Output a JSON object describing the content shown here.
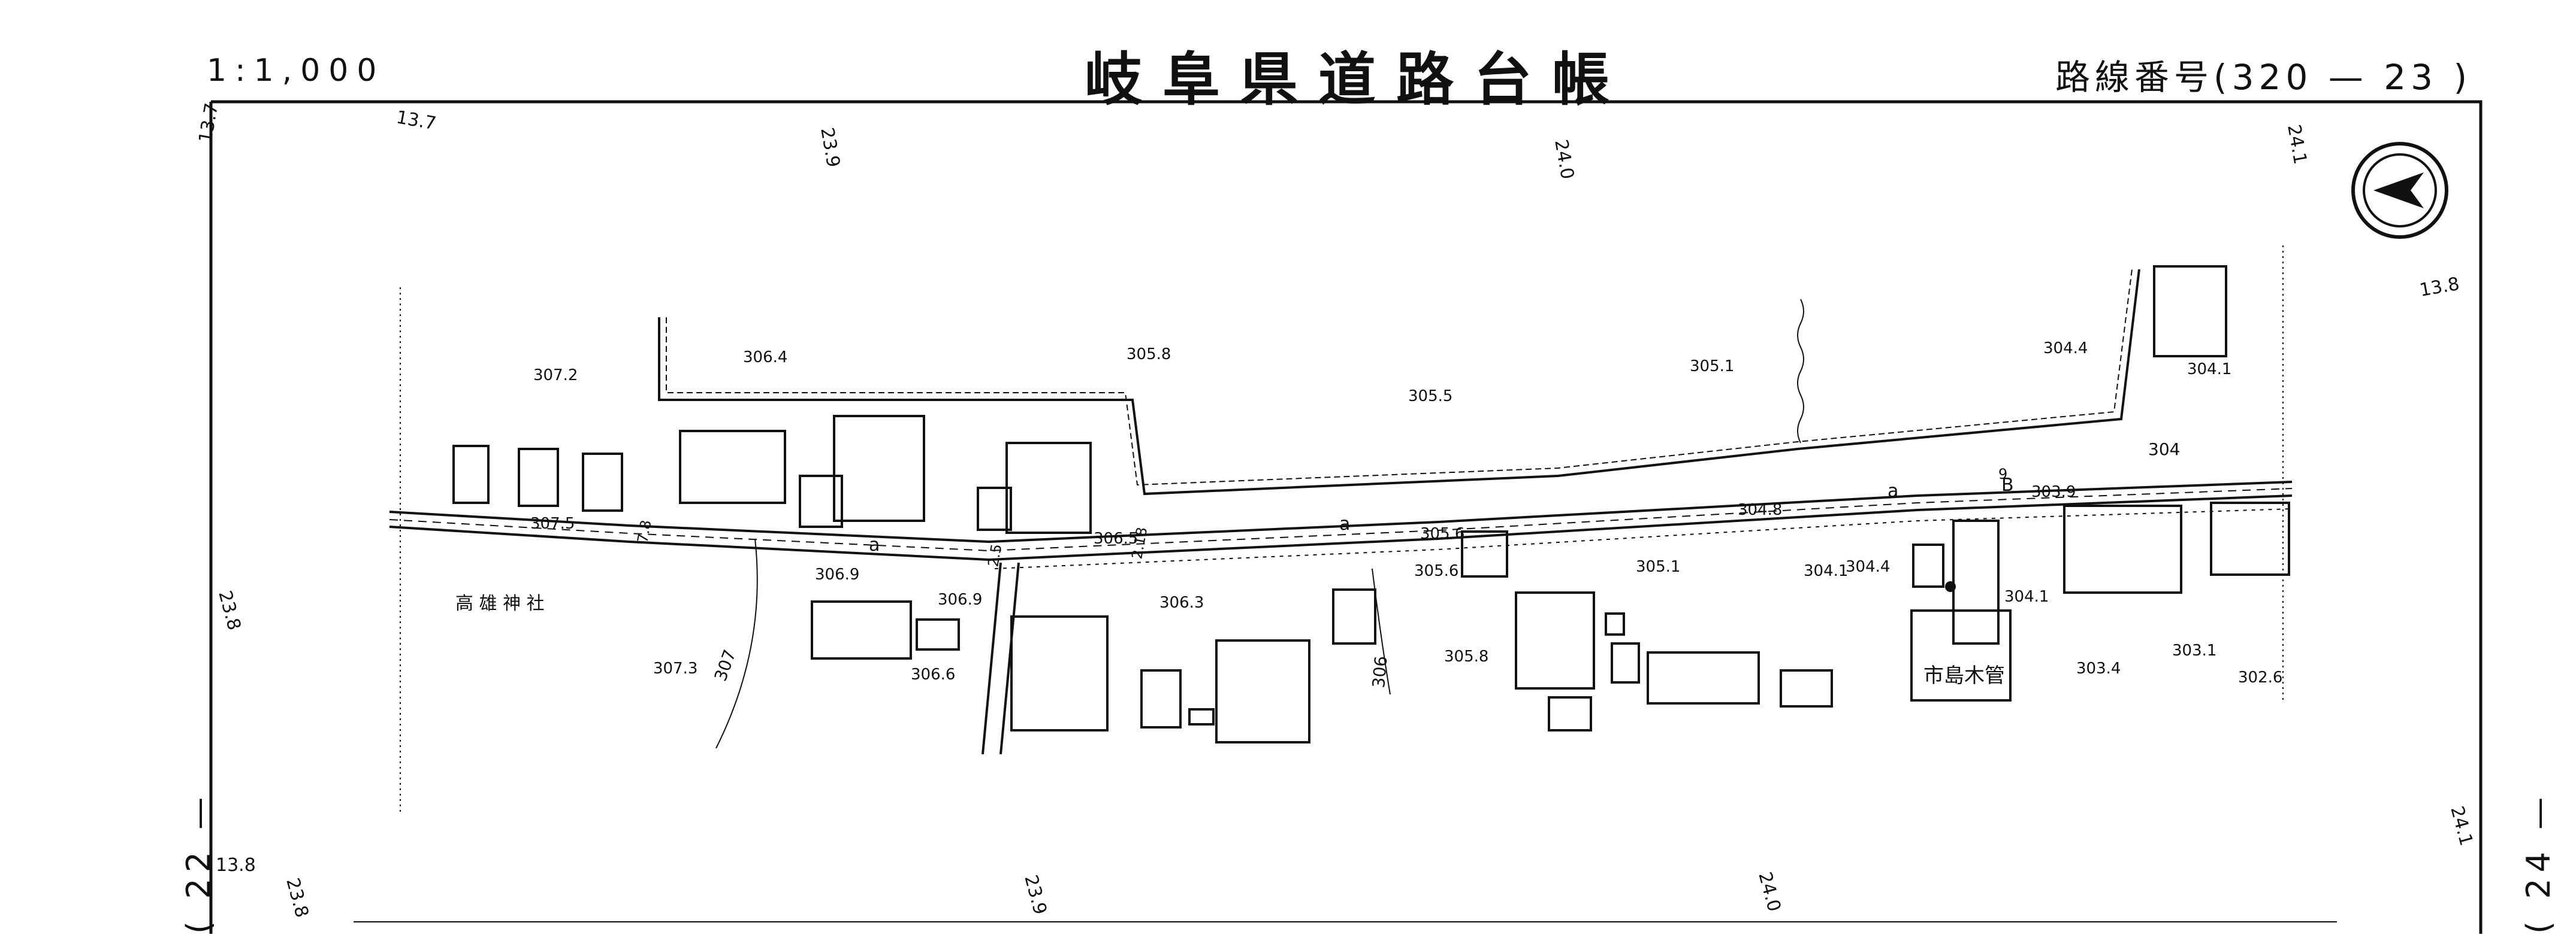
{
  "header": {
    "scale": "1:1,000",
    "title": "岐阜県道路台帳",
    "route_label": "路線番号",
    "route_number": "320 — 23"
  },
  "adjacent_sheets": {
    "left": "( 22 —",
    "right": "( 24 —"
  },
  "grid_labels": {
    "top": [
      "13.7",
      "13.7",
      "23.9",
      "24.0",
      "24.1"
    ],
    "left": [
      "23.8",
      "13.8",
      "23.8"
    ],
    "right": [
      "13.8",
      "24.1"
    ],
    "bottom": [
      "23.9",
      "24.0"
    ]
  },
  "place_names": {
    "shrine": "高 雄 神 社",
    "business": "市島木管"
  },
  "road_labels": [
    "a",
    "a",
    "a",
    "B"
  ],
  "contours": [
    "307",
    "306",
    "304"
  ],
  "road_widths": [
    "7.8",
    "2.5",
    "2.18",
    "9"
  ],
  "spot_heights": [
    "307.2",
    "306.4",
    "305.8",
    "305.5",
    "305.1",
    "304.4",
    "304.1",
    "303.9",
    "304.8",
    "305.6",
    "305.6",
    "306.5",
    "306.9",
    "307.5",
    "306.9",
    "306.3",
    "306.6",
    "307.3",
    "305.8",
    "305.1",
    "304.1",
    "304.4",
    "304.1",
    "303.4",
    "303.1",
    "302.6"
  ],
  "icons": {
    "north_arrow": "north-arrow-icon"
  },
  "colors": {
    "ink": "#111111",
    "paper": "#ffffff"
  }
}
